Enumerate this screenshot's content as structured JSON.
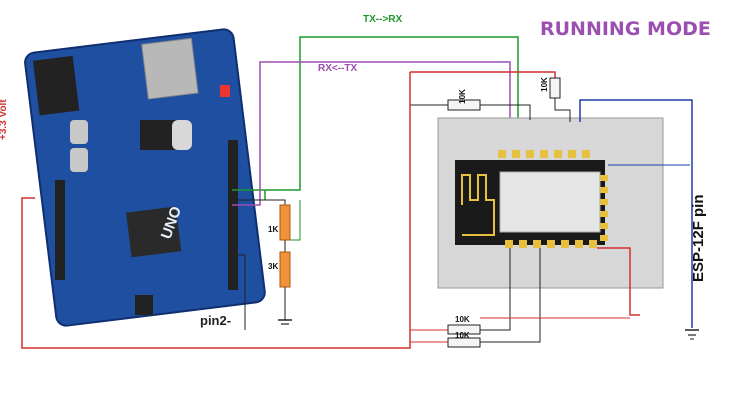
{
  "title": "RUNNING MODE",
  "labels": {
    "tx_rx": "TX-->RX",
    "rx_tx": "RX<--TX",
    "volt": "+3.3 Volt",
    "pin2": "pin2-",
    "esp_pin": "ESP-12F pin",
    "uno": "UNO"
  },
  "resistors": {
    "top_horizontal": "10K",
    "top_vertical": "10K",
    "bottom_1": "10K",
    "bottom_2": "10K",
    "divider_top": "1K",
    "divider_bottom": "3K"
  },
  "colors": {
    "title": "#9b4fb0",
    "tx_wire": "#1b9a2b",
    "rx_wire": "#9b4fb0",
    "power_wire": "#d23030",
    "ground_wire": "#1f3fa8",
    "board_blue": "#1f4fa0"
  }
}
